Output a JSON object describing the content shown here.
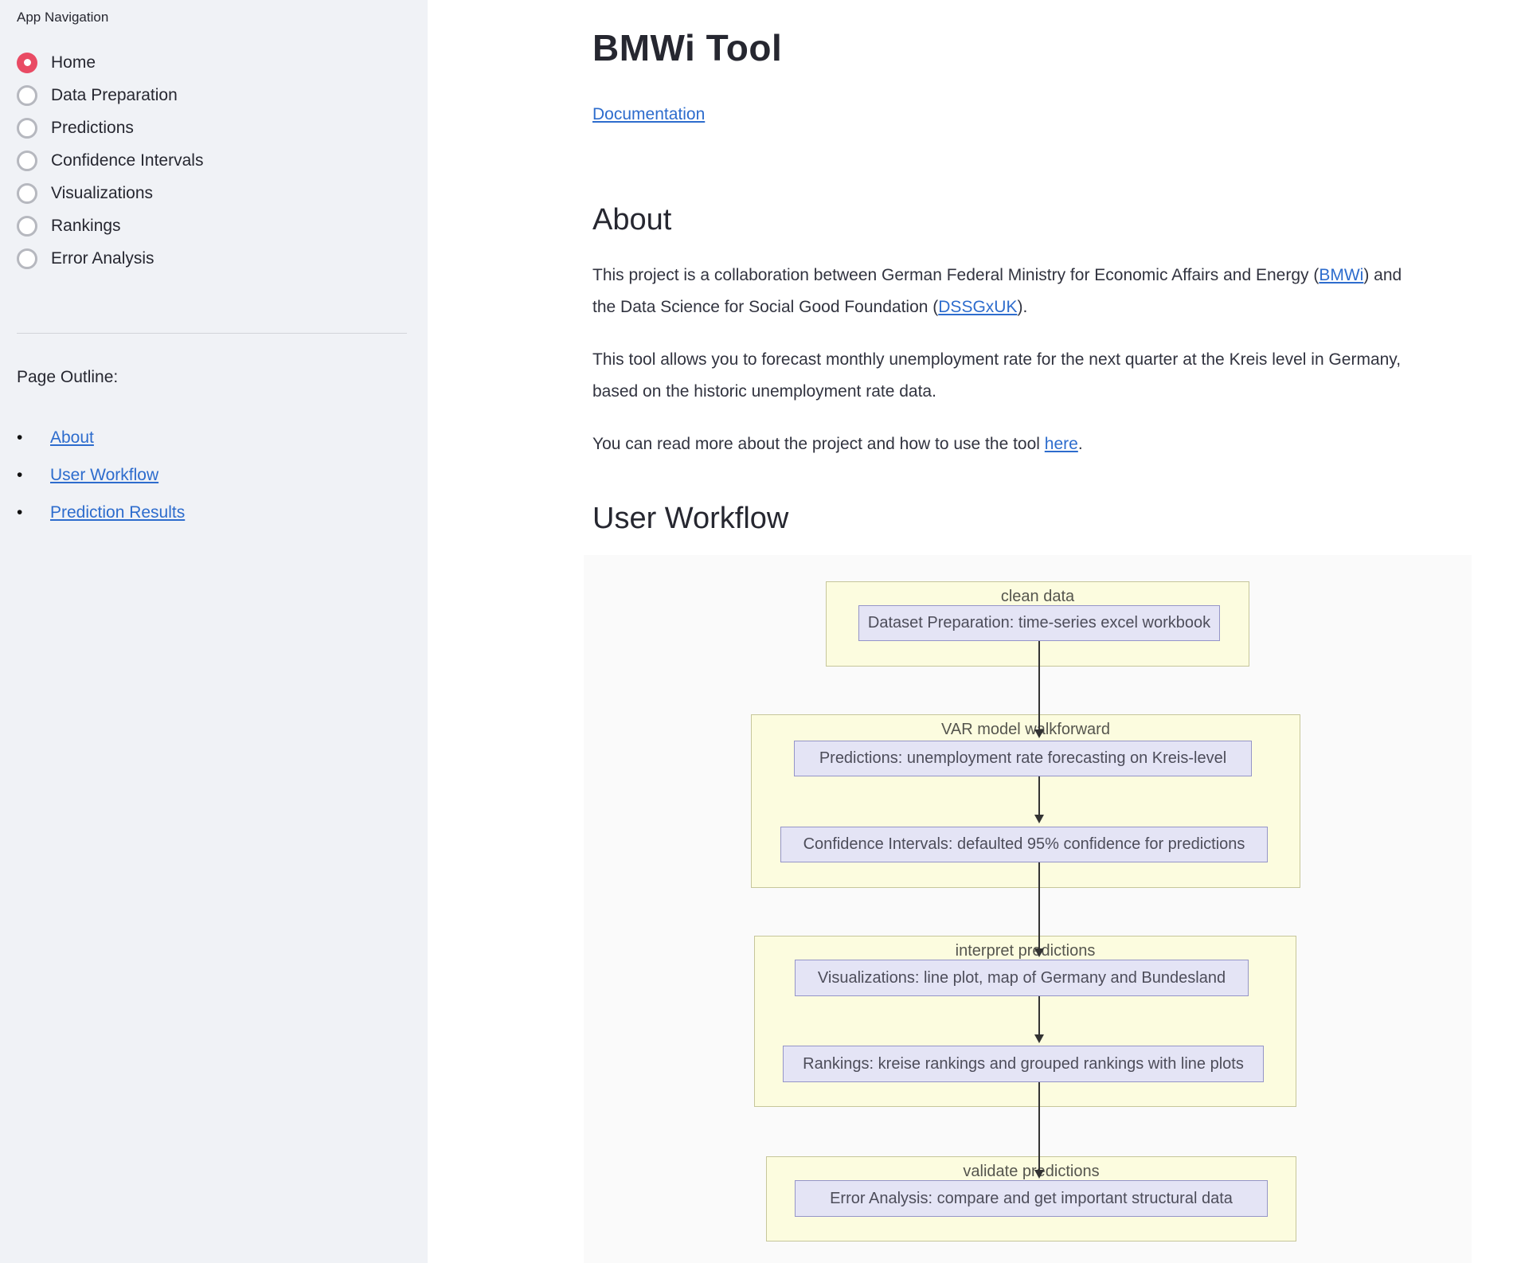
{
  "colors": {
    "accent": "#e94b64",
    "link": "#2d6ccd",
    "sidebar_bg": "#f0f2f6",
    "text": "#262730",
    "cluster_fill": "#fcfcdf",
    "cluster_border": "#c6c69a",
    "node_fill": "#e4e4f5",
    "node_border": "#9595c8",
    "figure_bg": "#fafafa"
  },
  "sidebar": {
    "nav_label": "App Navigation",
    "items": [
      {
        "label": "Home",
        "selected": true
      },
      {
        "label": "Data Preparation",
        "selected": false
      },
      {
        "label": "Predictions",
        "selected": false
      },
      {
        "label": "Confidence Intervals",
        "selected": false
      },
      {
        "label": "Visualizations",
        "selected": false
      },
      {
        "label": "Rankings",
        "selected": false
      },
      {
        "label": "Error Analysis",
        "selected": false
      }
    ],
    "outline_title": "Page Outline:",
    "bullet": "•",
    "outline_links": [
      "About",
      "User Workflow",
      "Prediction Results"
    ]
  },
  "main": {
    "title": "BMWi Tool",
    "doc_link": "Documentation",
    "about": {
      "heading": "About",
      "p1_pre": "This project is a collaboration between German Federal Ministry for Economic Affairs and Energy (",
      "p1_link1": "BMWi",
      "p1_mid": ") and the Data Science for Social Good Foundation (",
      "p1_link2": "DSSGxUK",
      "p1_post": ").",
      "p2": "This tool allows you to forecast monthly unemployment rate for the next quarter at the Kreis level in Germany, based on the historic unemployment rate data.",
      "p3_pre": "You can read more about the project and how to use the tool ",
      "p3_link": "here",
      "p3_post": "."
    },
    "workflow_heading": "User Workflow"
  },
  "diagram": {
    "clusters": [
      {
        "label": "clean data",
        "nodes": [
          "Dataset Preparation: time-series excel workbook"
        ]
      },
      {
        "label": "VAR model walkforward",
        "nodes": [
          "Predictions: unemployment rate forecasting on Kreis-level",
          "Confidence Intervals: defaulted 95% confidence for predictions"
        ]
      },
      {
        "label": "interpret predictions",
        "nodes": [
          "Visualizations: line plot, map of Germany and Bundesland",
          "Rankings: kreise rankings and grouped rankings with line plots"
        ]
      },
      {
        "label": "validate predictions",
        "nodes": [
          "Error Analysis: compare and get important structural data"
        ]
      }
    ]
  }
}
